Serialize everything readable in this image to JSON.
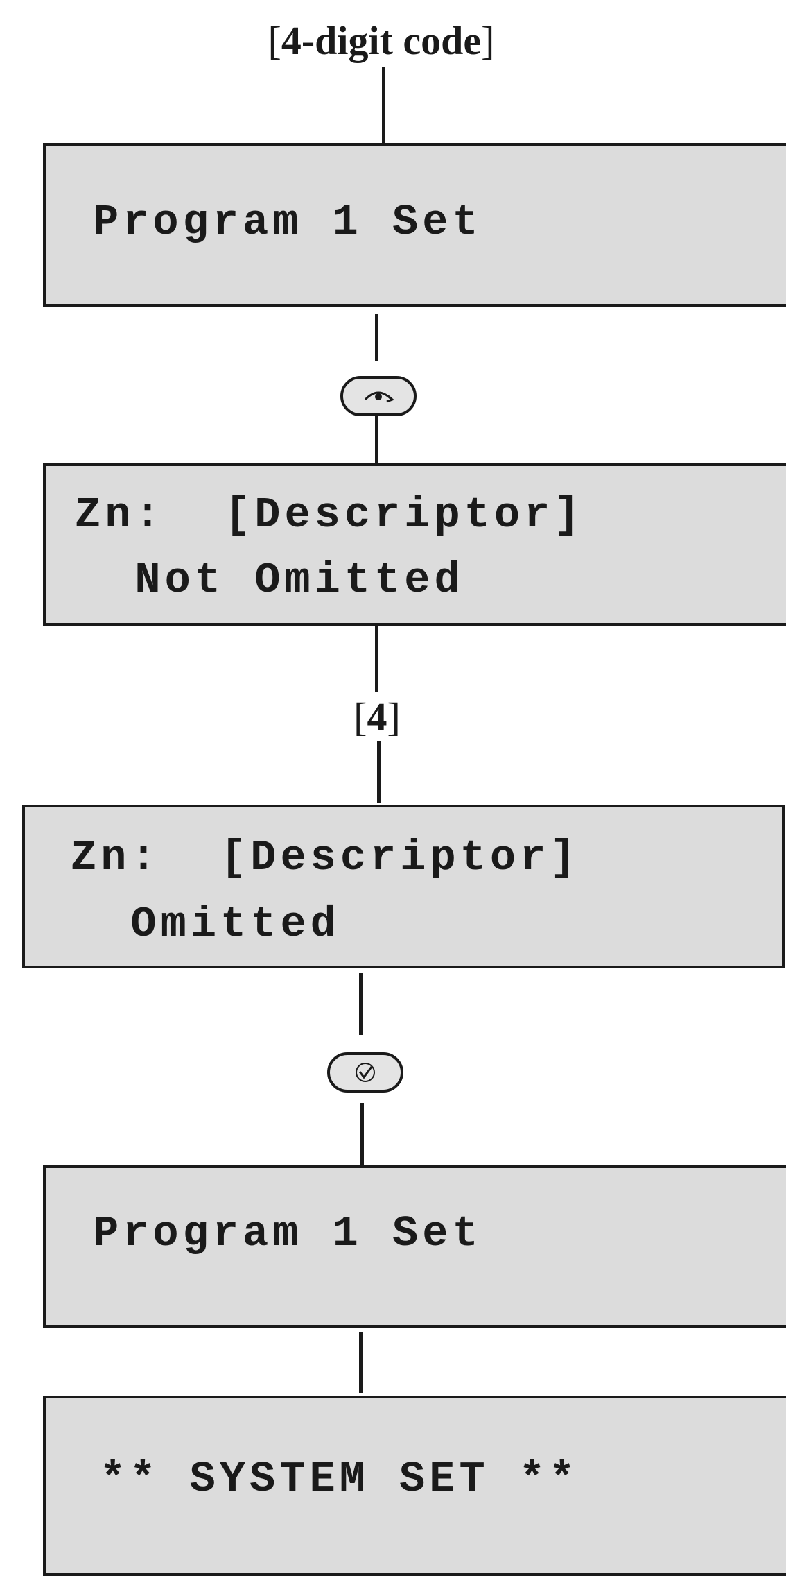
{
  "top_label": {
    "bracket_open": "[",
    "text": "4-digit code",
    "bracket_close": "]"
  },
  "mid_label": {
    "bracket_open": "[",
    "text": "4",
    "bracket_close": "]"
  },
  "screens": [
    {
      "line1": "Program 1 Set",
      "line2": ""
    },
    {
      "line1": "Zn:  [Descriptor]",
      "line2": "  Not Omitted"
    },
    {
      "line1": "Zn:  [Descriptor]",
      "line2": "  Omitted"
    },
    {
      "line1": "Program 1 Set",
      "line2": ""
    },
    {
      "line1": "** SYSTEM SET **",
      "line2": ""
    }
  ],
  "keys": {
    "first": "eye-arrow-icon",
    "second": "checkmark-icon"
  },
  "colors": {
    "screen_bg": "#dcdcdc",
    "ink": "#1a1a1a",
    "key_bg": "#e4e4e4"
  }
}
